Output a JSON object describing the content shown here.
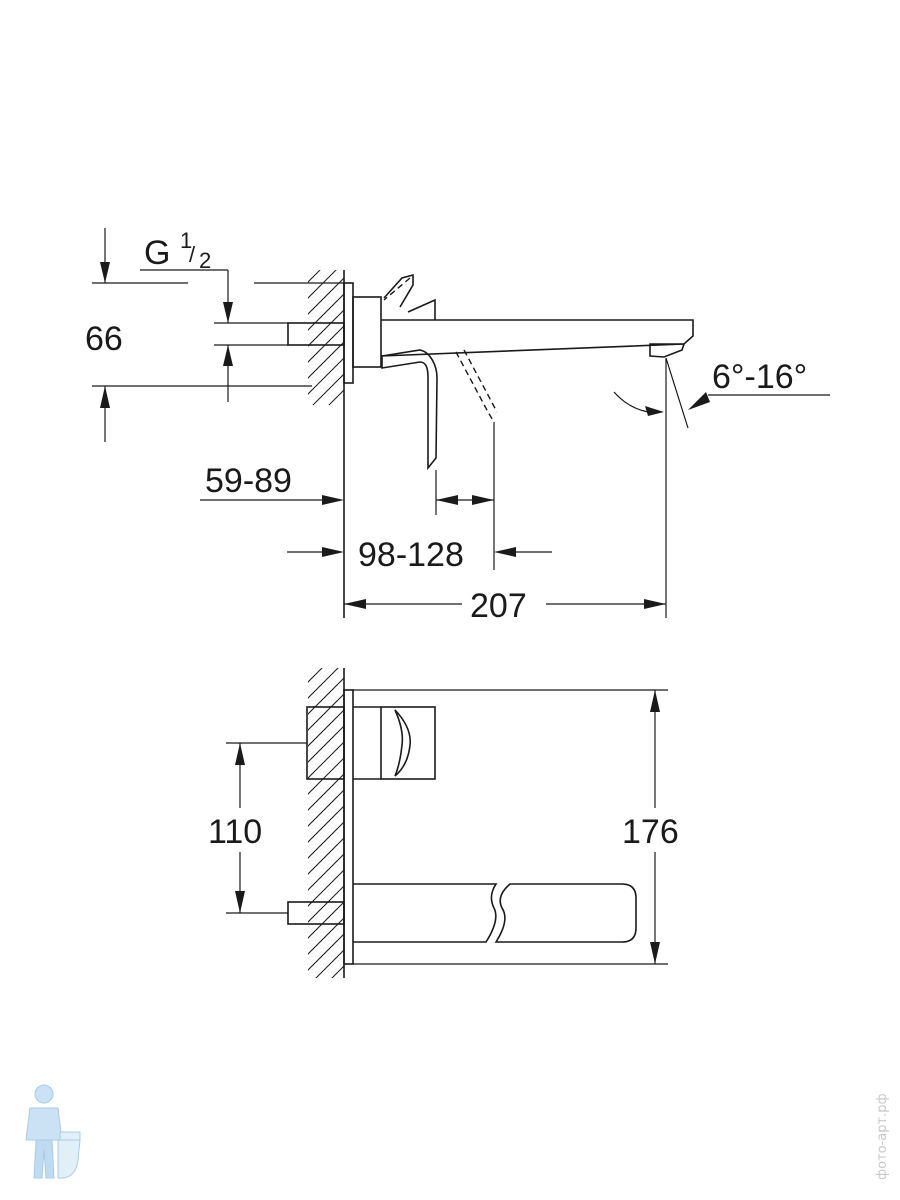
{
  "side_view": {
    "thread_label": "G",
    "thread_num": "1",
    "thread_den": "2",
    "dim_height": "66",
    "dim_wall": "59-89",
    "dim_lever": "98-128",
    "dim_length": "207",
    "dim_angle": "6°-16°"
  },
  "top_view": {
    "dim_axis_distance": "110",
    "dim_plate_height": "176"
  },
  "watermark": {
    "text": "фото-арт.рф"
  }
}
